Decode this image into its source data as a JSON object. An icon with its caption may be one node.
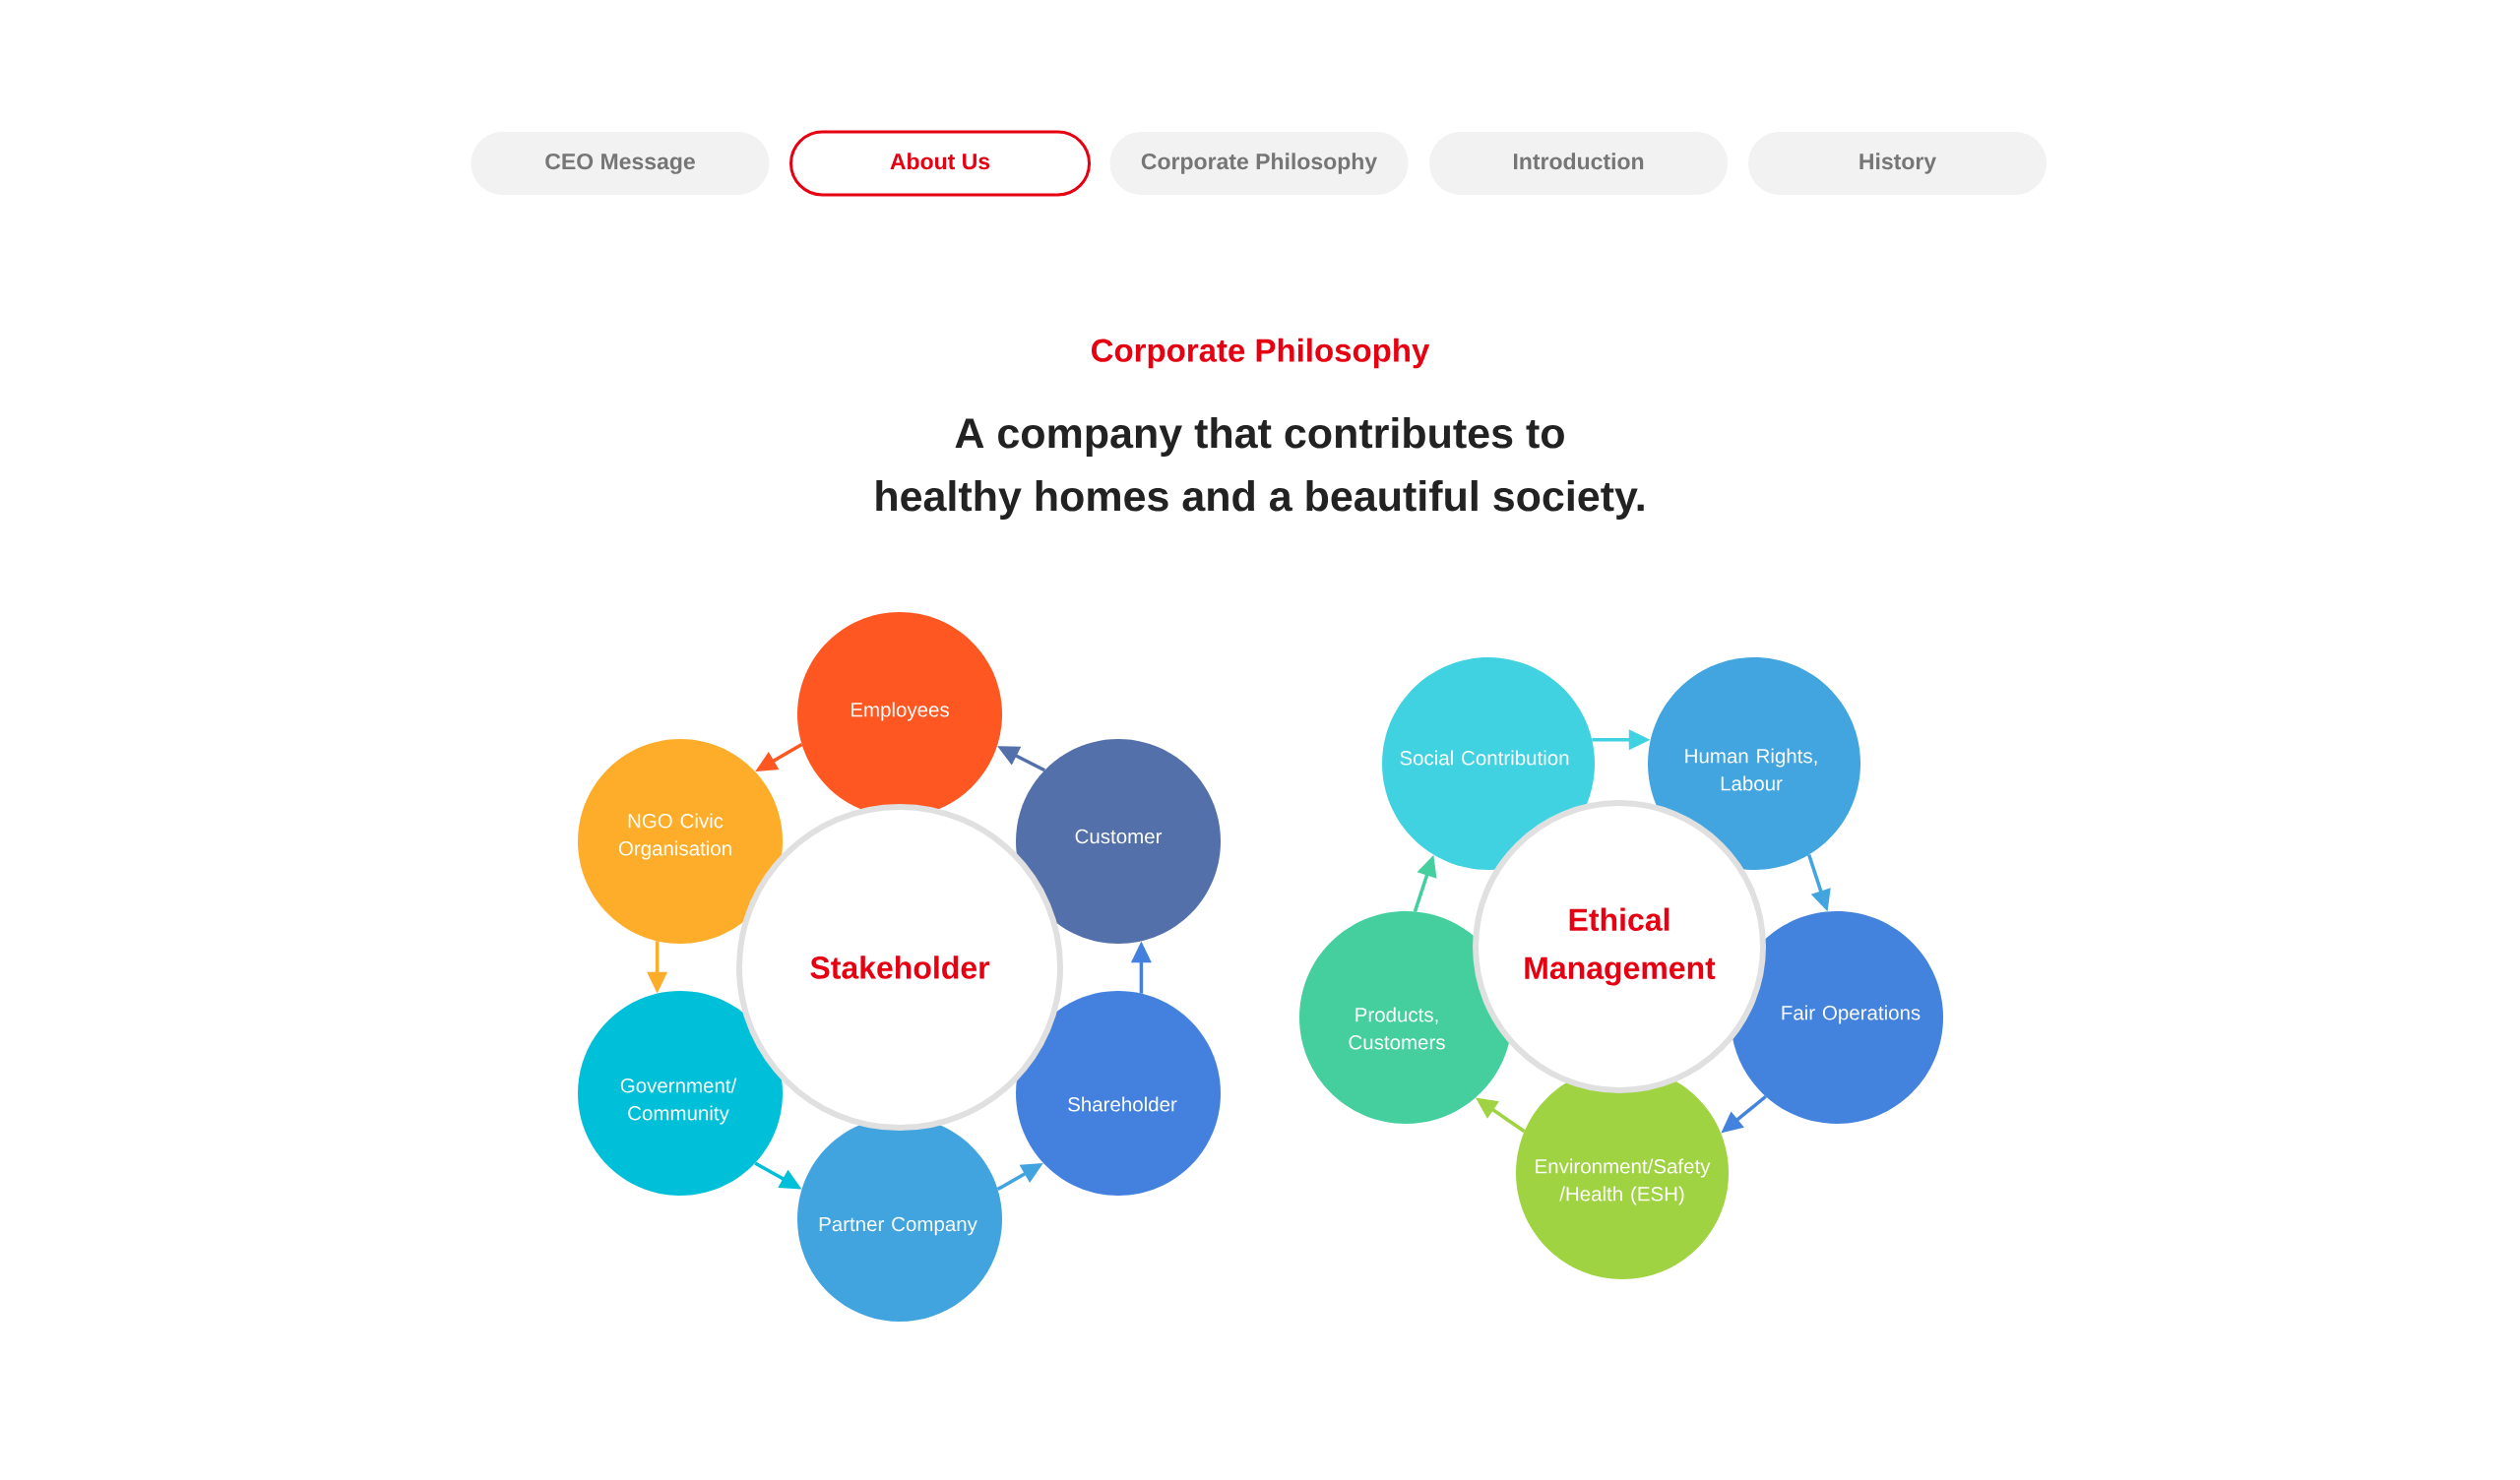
{
  "diagram": {
    "title": "Corporate Philosophy",
    "nodes": [
      {
        "text": [
          "CEO Message"
        ]
      },
      {
        "text": [
          "About Us"
        ]
      },
      {
        "text": [
          "Corporate Philosophy"
        ]
      },
      {
        "text": [
          "Introduction"
        ]
      },
      {
        "text": [
          "History"
        ]
      },
      {
        "text": [
          "Stakeholder"
        ]
      },
      {
        "text": [
          "Employees"
        ]
      },
      {
        "text": [
          "Customer"
        ]
      },
      {
        "text": [
          "Shareholder"
        ]
      },
      {
        "text": [
          "Partner Company"
        ]
      },
      {
        "text": [
          "Government/ Community"
        ]
      },
      {
        "text": [
          "NGO Civic Organisation"
        ]
      },
      {
        "text": [
          "Ethical Management"
        ]
      },
      {
        "text": [
          "Social Contribution"
        ]
      },
      {
        "text": [
          "Human Rights, Labour"
        ]
      },
      {
        "text": [
          "Fair Operations"
        ]
      },
      {
        "text": [
          "Environment/Safety /Health (ESH)"
        ]
      },
      {
        "text": [
          "Products, Customers"
        ]
      }
    ],
    "edges": [
      {
        "from": 6,
        "to": 11,
        "arrow": "to",
        "color": "#ff5722"
      },
      {
        "from": 7,
        "to": 6,
        "arrow": "to",
        "color": "#5470aa"
      },
      {
        "from": 11,
        "to": 10,
        "arrow": "to",
        "color": "#fdad29"
      },
      {
        "from": 8,
        "to": 7,
        "arrow": "to",
        "color": "#4481de"
      },
      {
        "from": 10,
        "to": 9,
        "arrow": "to",
        "color": "#00bfd8"
      },
      {
        "from": 9,
        "to": 8,
        "arrow": "to",
        "color": "#42a4df"
      },
      {
        "from": 13,
        "to": 14,
        "arrow": "to",
        "color": "#40d2e1"
      },
      {
        "from": 17,
        "to": 13,
        "arrow": "to",
        "color": "#45cf9f"
      },
      {
        "from": 14,
        "to": 15,
        "arrow": "to",
        "color": "#42a5df"
      },
      {
        "from": 16,
        "to": 17,
        "arrow": "to",
        "color": "#9fd341"
      },
      {
        "from": 15,
        "to": 16,
        "arrow": "to",
        "color": "#4382dd"
      }
    ],
    "labels": [
      "A company that contributes to healthy homes and a beautiful society."
    ]
  }
}
